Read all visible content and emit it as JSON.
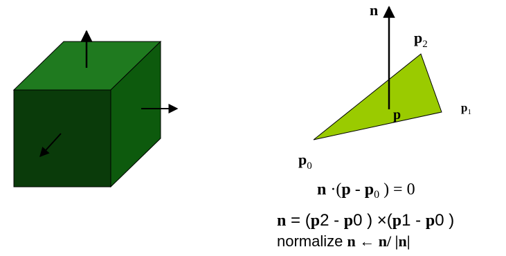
{
  "cube": {
    "colors": {
      "front": "#0a3b0a",
      "top": "#1f7a1f",
      "side": "#0d5a0d"
    }
  },
  "triangle": {
    "color": "#9acb00",
    "labels": {
      "n": "n",
      "p": "p",
      "p2_base": "p",
      "p2_sub": "2",
      "p1_base": "p",
      "p1_sub": "1",
      "p0_base": "p",
      "p0_sub": "0"
    }
  },
  "equations": {
    "plane": {
      "n": "n",
      "dot": " ·(",
      "p": "p",
      "minus": " - ",
      "p0": "p",
      "p0_sub": "0",
      "tail": " ) = 0"
    },
    "normal": {
      "n": "n",
      "eq": " = (",
      "p_a": "p",
      "a": "2 - ",
      "p_b": "p",
      "b": "0 ) ×(",
      "p_c": "p",
      "c": "1 - ",
      "p_d": "p",
      "d": "0 )"
    },
    "normalize": {
      "word": "normalize ",
      "n": "n",
      "arrow": " ← ",
      "rhs_n": "n",
      "rhs_rest": "/ |",
      "rhs_n2": "n",
      "rhs_end": "|"
    }
  }
}
